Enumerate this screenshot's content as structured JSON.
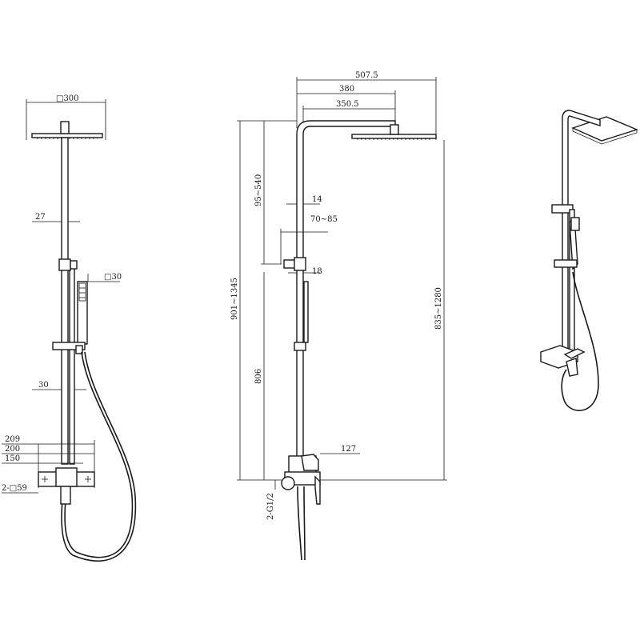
{
  "front_view": {
    "head_width": "□300",
    "pipe_offset": "27",
    "handshower_size": "□30",
    "bar_offset": "30",
    "valve_width_a": "209",
    "valve_width_b": "200",
    "valve_width_c": "150",
    "escutcheon": "2-□59"
  },
  "side_view": {
    "arm_reach_total": "507.5",
    "arm_reach_mid": "380",
    "arm_reach_inner": "350.5",
    "pipe_dia": "14",
    "bracket_offset": "70~85",
    "bracket_dia": "18",
    "head_adjust": "95~540",
    "overall_height": "901~1345",
    "lower_height": "806",
    "head_height": "835~1280",
    "spout_reach": "127",
    "inlet": "2-G1/2"
  }
}
